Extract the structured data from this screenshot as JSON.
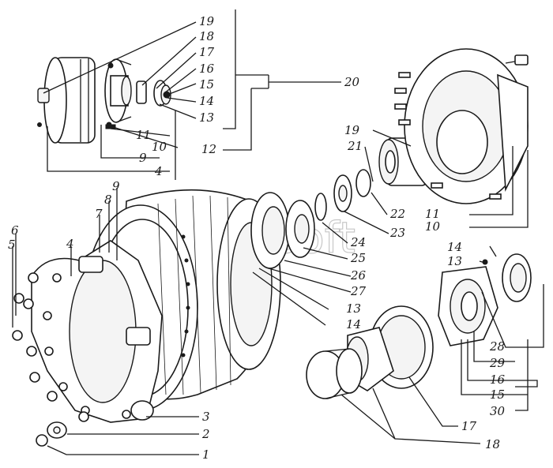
{
  "watermark": "AutoSoft",
  "callouts": [
    {
      "id": "c19a",
      "text": "19"
    },
    {
      "id": "c18a",
      "text": "18"
    },
    {
      "id": "c17a",
      "text": "17"
    },
    {
      "id": "c16a",
      "text": "16"
    },
    {
      "id": "c15a",
      "text": "15"
    },
    {
      "id": "c14a",
      "text": "14"
    },
    {
      "id": "c13a",
      "text": "13"
    },
    {
      "id": "c20",
      "text": "20"
    },
    {
      "id": "c11a",
      "text": "11"
    },
    {
      "id": "c10a",
      "text": "10"
    },
    {
      "id": "c9a",
      "text": "9"
    },
    {
      "id": "c12",
      "text": "12"
    },
    {
      "id": "c4a",
      "text": "4"
    },
    {
      "id": "c19b",
      "text": "19"
    },
    {
      "id": "c21",
      "text": "21"
    },
    {
      "id": "c11b",
      "text": "11"
    },
    {
      "id": "c10b",
      "text": "10"
    },
    {
      "id": "c22",
      "text": "22"
    },
    {
      "id": "c23",
      "text": "23"
    },
    {
      "id": "c24",
      "text": "24"
    },
    {
      "id": "c25",
      "text": "25"
    },
    {
      "id": "c26",
      "text": "26"
    },
    {
      "id": "c27",
      "text": "27"
    },
    {
      "id": "c13b",
      "text": "13"
    },
    {
      "id": "c14b",
      "text": "14"
    },
    {
      "id": "c9b",
      "text": "9"
    },
    {
      "id": "c8",
      "text": "8"
    },
    {
      "id": "c7",
      "text": "7"
    },
    {
      "id": "c6",
      "text": "6"
    },
    {
      "id": "c5",
      "text": "5"
    },
    {
      "id": "c4b",
      "text": "4"
    },
    {
      "id": "c14c",
      "text": "14"
    },
    {
      "id": "c13c",
      "text": "13"
    },
    {
      "id": "c28",
      "text": "28"
    },
    {
      "id": "c29",
      "text": "29"
    },
    {
      "id": "c16b",
      "text": "16"
    },
    {
      "id": "c15b",
      "text": "15"
    },
    {
      "id": "c30",
      "text": "30"
    },
    {
      "id": "c17b",
      "text": "17"
    },
    {
      "id": "c18b",
      "text": "18"
    },
    {
      "id": "c3",
      "text": "3"
    },
    {
      "id": "c2",
      "text": "2"
    },
    {
      "id": "c1",
      "text": "1"
    }
  ]
}
